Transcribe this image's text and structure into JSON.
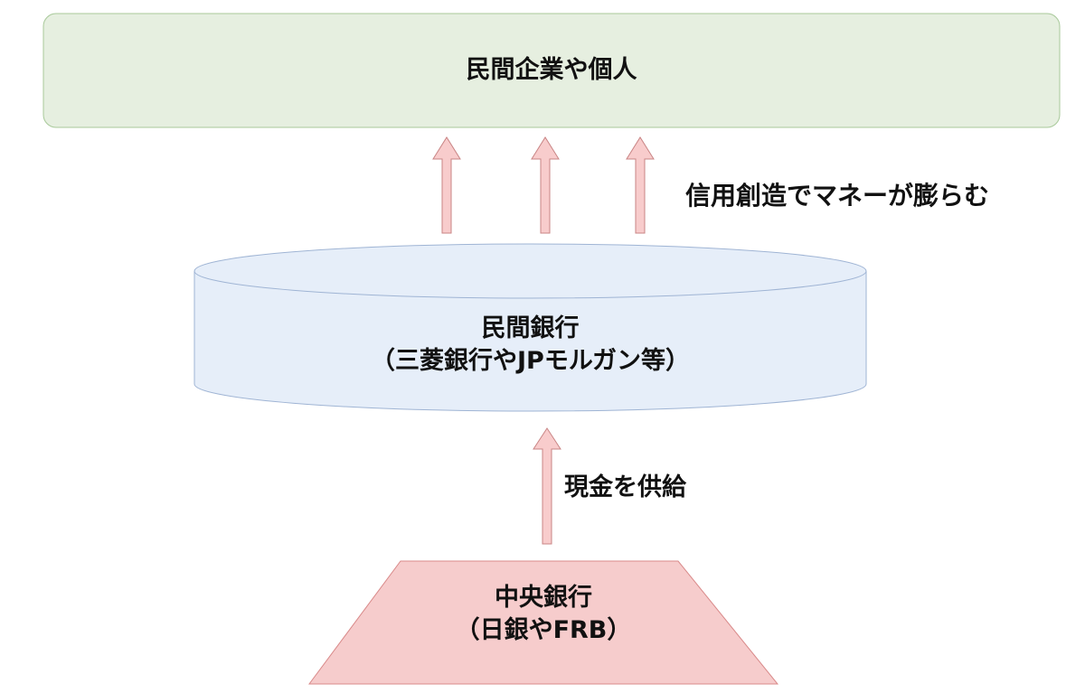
{
  "nodes": {
    "top": {
      "label": "民間企業や個人",
      "fill": "#e6efe0",
      "stroke": "#a8c99a"
    },
    "middle": {
      "line1": "民間銀行",
      "line2": "（三菱銀行やJPモルガン等）",
      "fill": "#e6eef9",
      "stroke": "#9fb4d4"
    },
    "bottom": {
      "line1": "中央銀行",
      "line2": "（日銀やFRB）",
      "fill": "#f6cccc",
      "stroke": "#d98a8a"
    }
  },
  "edges": {
    "credit_creation": {
      "label": "信用創造でマネーが膨らむ"
    },
    "cash_supply": {
      "label": "現金を供給"
    }
  },
  "arrow_colors": {
    "fill": "#f8cccc",
    "stroke": "#c98585"
  }
}
